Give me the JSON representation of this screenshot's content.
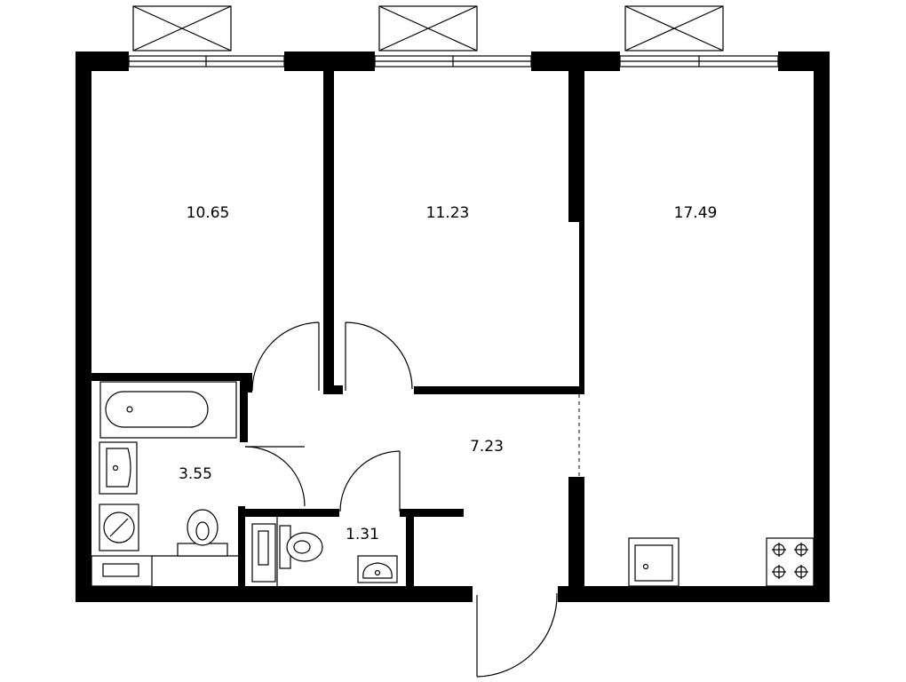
{
  "rooms": [
    {
      "id": "bedroom-left",
      "area": "10.65"
    },
    {
      "id": "bedroom-middle",
      "area": "11.23"
    },
    {
      "id": "kitchen-living",
      "area": "17.49"
    },
    {
      "id": "hall",
      "area": "7.23"
    },
    {
      "id": "bathroom",
      "area": "3.55"
    },
    {
      "id": "toilet",
      "area": "1.31"
    }
  ]
}
